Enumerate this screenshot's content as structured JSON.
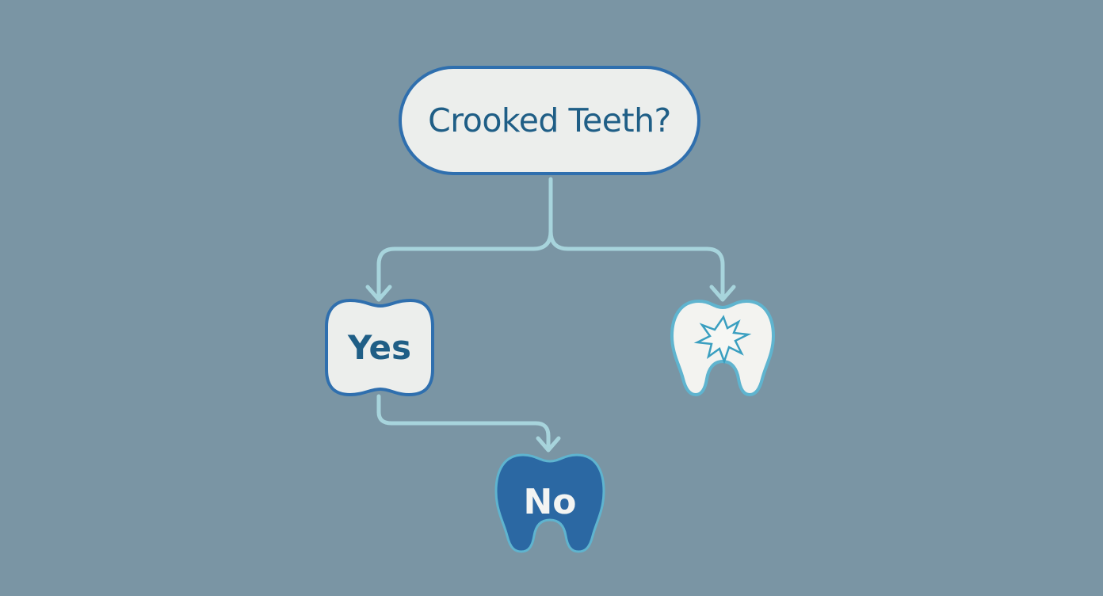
{
  "question": {
    "label": "Crooked Teeth?"
  },
  "yes_node": {
    "label": "Yes"
  },
  "no_node": {
    "label": "No"
  },
  "icons": {
    "damaged_tooth": "tooth-with-crack-icon",
    "no_tooth": "tooth-icon"
  },
  "colors": {
    "background": "#7a95a4",
    "box_fill": "#eceeec",
    "box_border": "#2f6fae",
    "text_dark": "#1f5e86",
    "connector": "#a7d4dc",
    "tooth_blue": "#2b68a3",
    "tooth_outline": "#5fb4cf",
    "burst": "#3a9fc0"
  }
}
